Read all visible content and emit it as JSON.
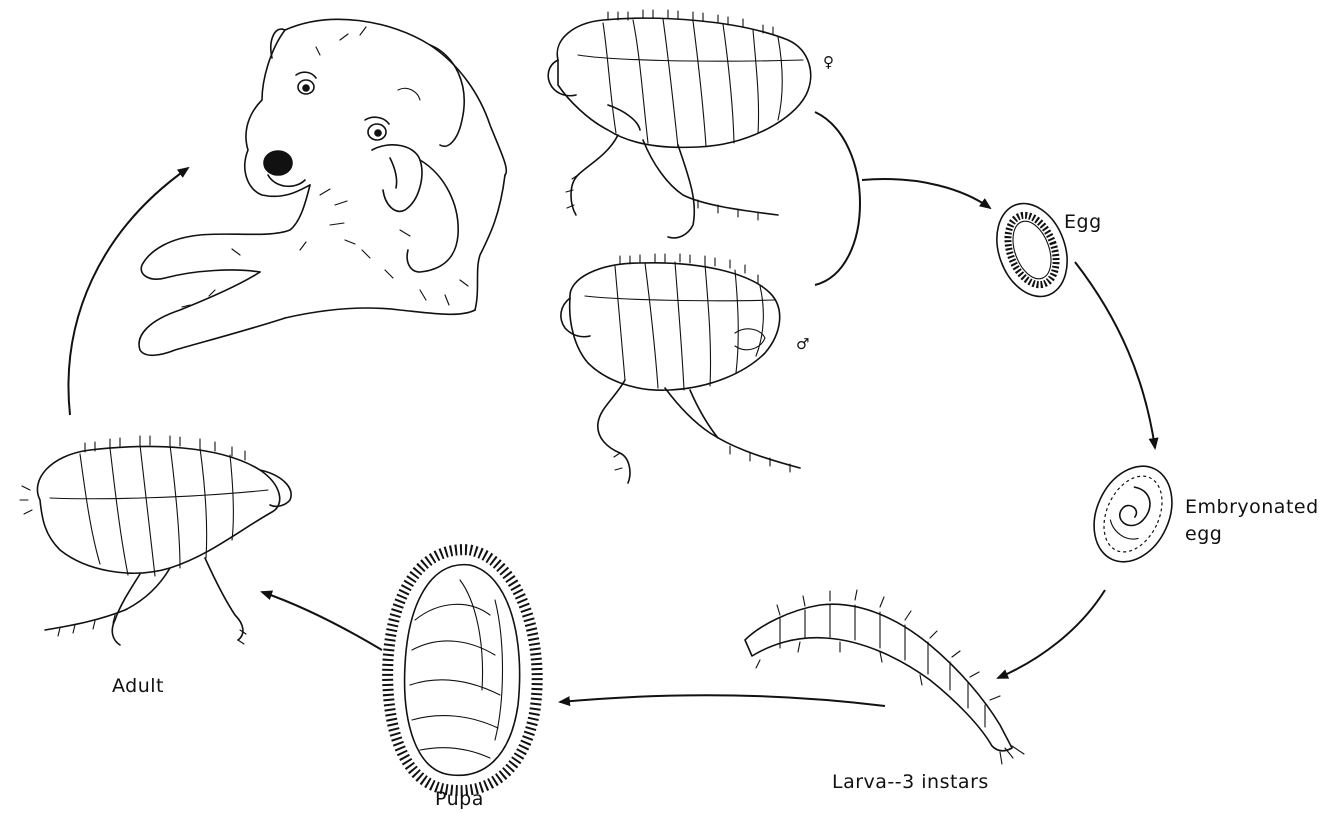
{
  "labels": {
    "egg": "Egg",
    "embryonated_line1": "Embryonated",
    "embryonated_line2": "egg",
    "larva": "Larva--3 instars",
    "pupa": "Pupa",
    "adult": "Adult"
  },
  "sex_symbols": {
    "female": "♀",
    "male": "♂"
  },
  "icons": [
    "dog-host-illustration",
    "female-flea-illustration",
    "male-flea-illustration",
    "egg-illustration",
    "embryonated-egg-illustration",
    "larva-illustration",
    "pupa-illustration",
    "adult-flea-illustration"
  ],
  "colors": {
    "ink": "#111111",
    "background": "#ffffff"
  }
}
